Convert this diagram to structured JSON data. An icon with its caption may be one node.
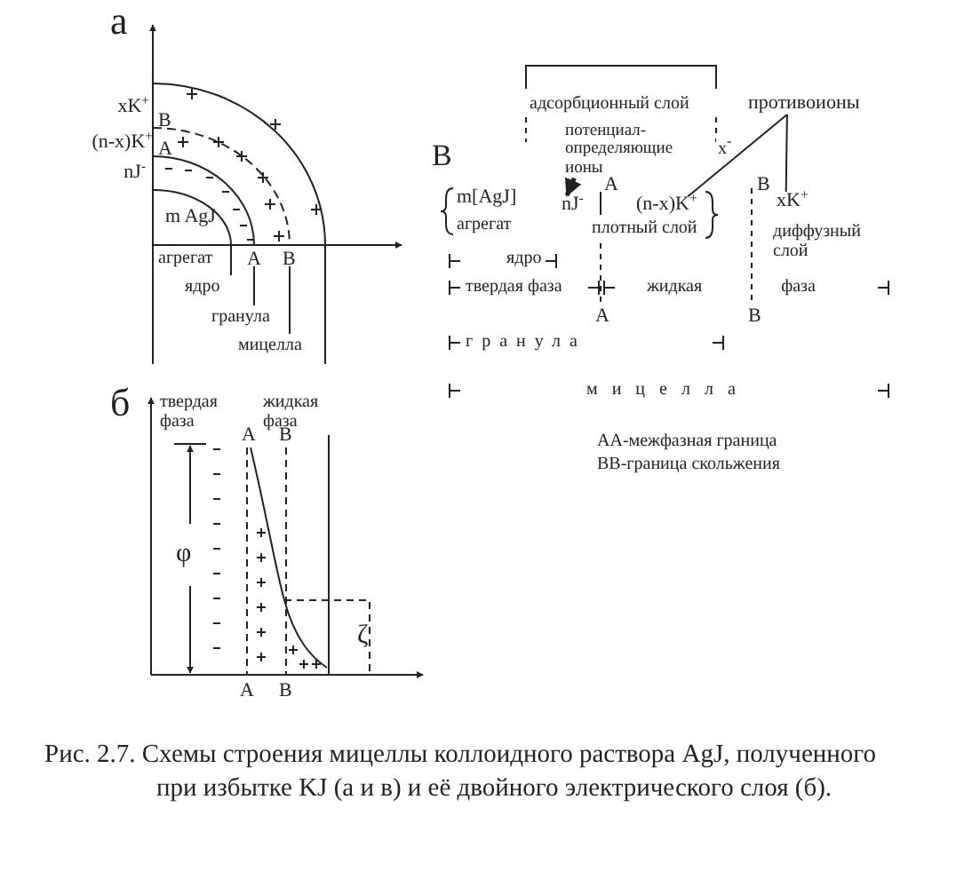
{
  "diagram": {
    "caption": "Рис. 2.7. Схемы строения мицеллы коллоидного раствора AgJ, полученного при избытке KJ (а и в) и её двойного электрического слоя (б).",
    "nodes": [
      {
        "text": [
          "потенциал-определяющие ионы"
        ]
      },
      {
        "text": [
          "nJ$^{-}$"
        ]
      },
      {
        "text": [
          "противоионы"
        ]
      },
      {
        "text": [
          "(n-x)K$^{+}$"
        ]
      },
      {
        "text": [
          "xK$^{+}$"
        ]
      }
    ],
    "edges": [
      {
        "from": 0,
        "to": 1,
        "arrow": "to",
        "style": "thick"
      },
      {
        "from": 2,
        "to": 3,
        "arrow": "none",
        "label": "x$^{-}$"
      },
      {
        "from": 2,
        "to": 4,
        "arrow": "none"
      }
    ],
    "labels": [
      "а",
      "xK$^{+}$",
      "B",
      "(n-x)K$^{+}$",
      "A",
      "nJ$^{-}$",
      "m AgJ",
      "агрегат",
      "A",
      "B",
      "ядро",
      "гранула",
      "мицелла",
      "В",
      "адсорбционный слой",
      "m[AgJ]",
      "агрегат",
      "A",
      "плотный слой",
      "B",
      "диффузный слой",
      "ядро",
      "твердая фаза",
      "жидкая фаза",
      "A",
      "B",
      "гранула",
      "мицелла",
      "AA-межфазная граница",
      "BB-граница скольжения",
      "б",
      "твердая фаза",
      "жидкая фаза",
      "A",
      "B",
      "φ",
      "ζ",
      "A",
      "B"
    ]
  }
}
